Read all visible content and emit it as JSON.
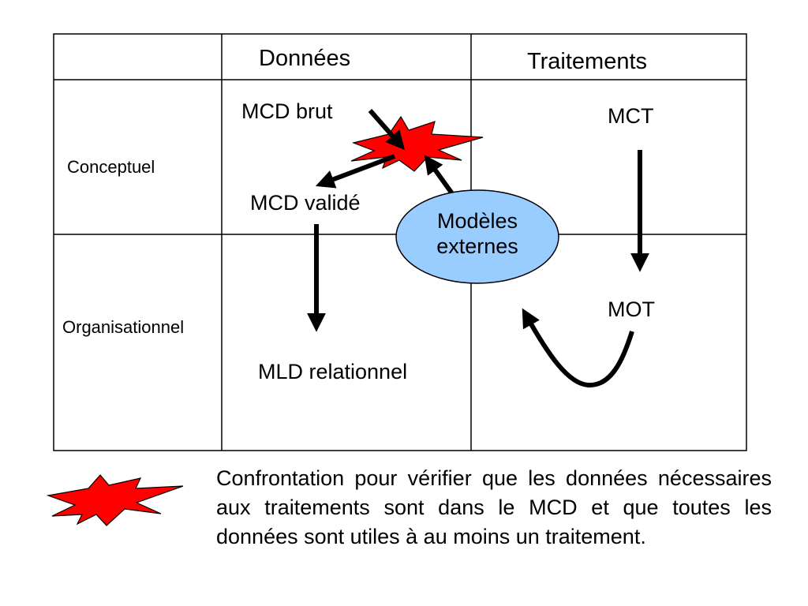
{
  "table": {
    "headers": {
      "data": "Données",
      "processing": "Traitements"
    },
    "rows": {
      "conceptual": "Conceptuel",
      "organizational": "Organisationnel"
    }
  },
  "nodes": {
    "mcd_brut": "MCD brut",
    "mcd_valide": "MCD validé",
    "mld": "MLD relationnel",
    "mct": "MCT",
    "mot": "MOT",
    "external_models_line1": "Modèles",
    "external_models_line2": "externes"
  },
  "legend": {
    "text": "Confrontation pour vérifier que les données nécessaires aux traitements sont dans le MCD et que toutes les données sont utiles à au moins un traitement."
  },
  "colors": {
    "explosion": "#ff0000",
    "ellipse_fill": "#99ccff",
    "border": "#000000"
  }
}
